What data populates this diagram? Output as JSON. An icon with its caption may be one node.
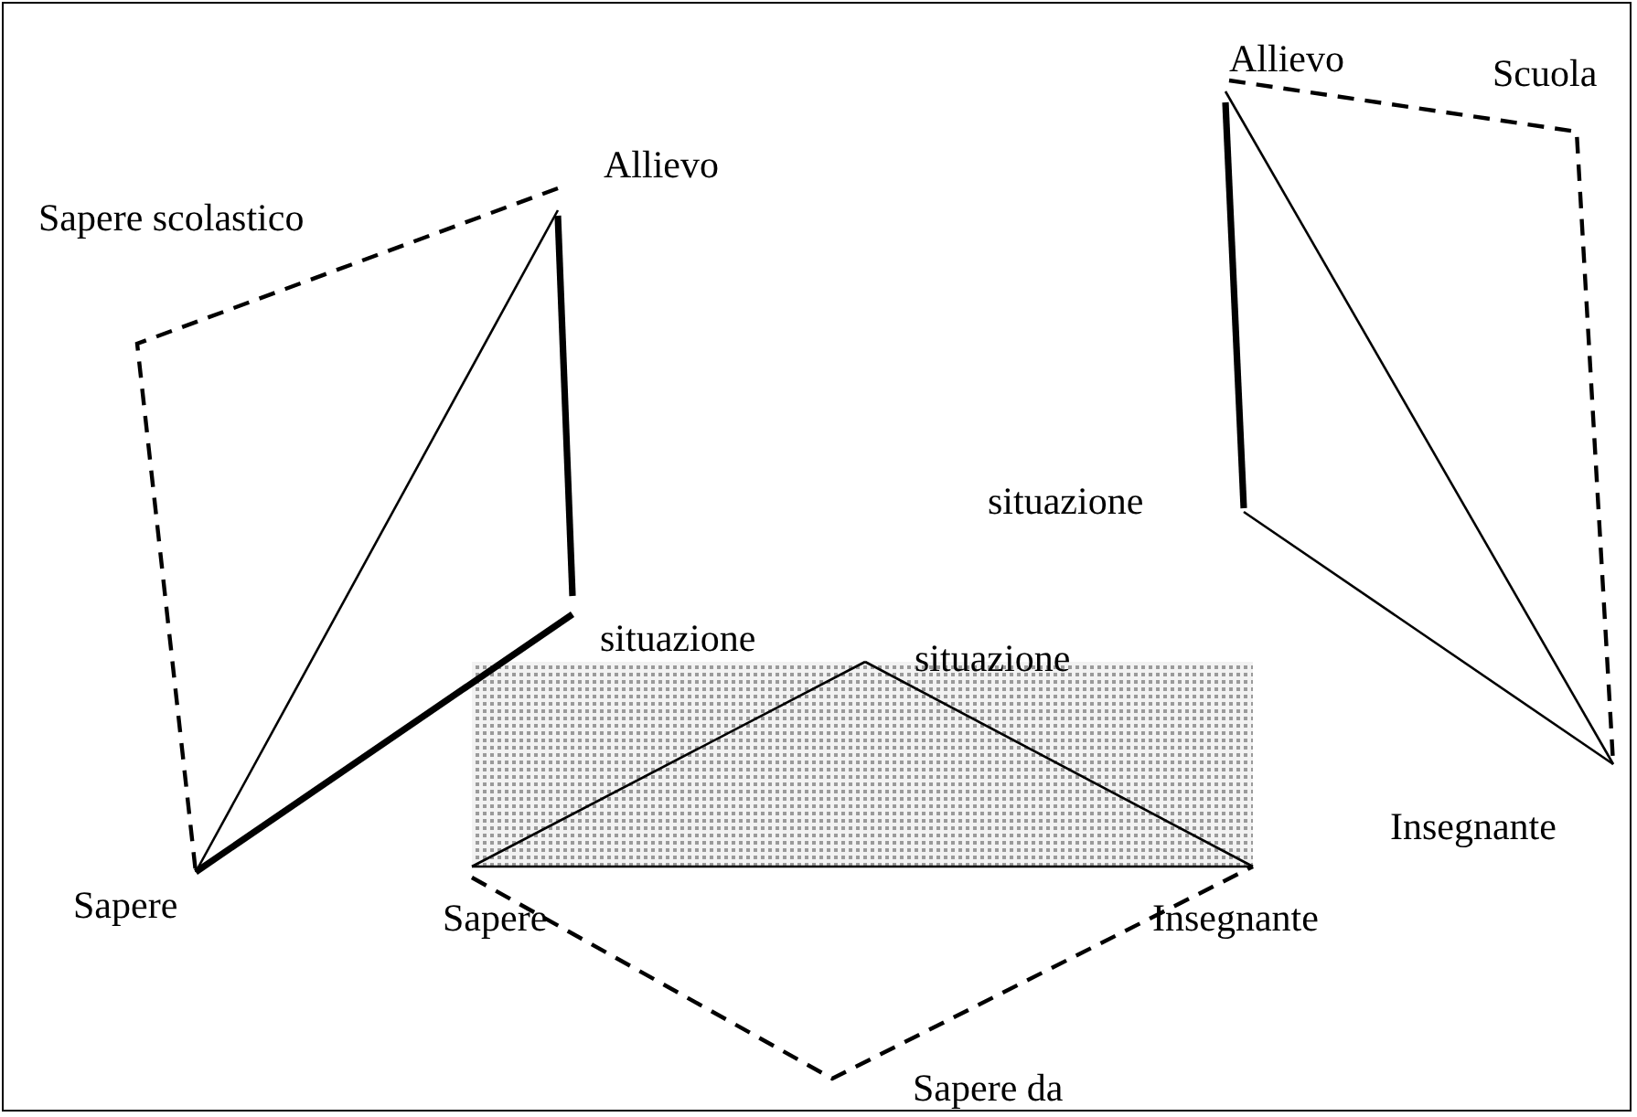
{
  "diagram": {
    "nodes": [
      {
        "text": [
          "Allievo"
        ]
      },
      {
        "text": [
          "situazione"
        ]
      },
      {
        "text": [
          "Sapere"
        ]
      },
      {
        "text": [
          "situazione"
        ]
      },
      {
        "text": [
          "Sapere"
        ]
      },
      {
        "text": [
          "Insegnante"
        ]
      },
      {
        "text": [
          "Allievo"
        ]
      },
      {
        "text": [
          "situazione"
        ]
      },
      {
        "text": [
          "Insegnante"
        ]
      }
    ],
    "edges": [
      {
        "from": 0,
        "to": 2,
        "arrow": "none"
      },
      {
        "from": 0,
        "to": 1,
        "arrow": "none",
        "style": "thick"
      },
      {
        "from": 1,
        "to": 2,
        "arrow": "none",
        "style": "thick"
      },
      {
        "from": 0,
        "to": 2,
        "arrow": "none",
        "style": "dashed",
        "label": "Sapere scolastico"
      },
      {
        "from": 3,
        "to": 4,
        "arrow": "none"
      },
      {
        "from": 3,
        "to": 5,
        "arrow": "none"
      },
      {
        "from": 4,
        "to": 5,
        "arrow": "none"
      },
      {
        "from": 4,
        "to": 5,
        "arrow": "none",
        "style": "dashed",
        "label": "Sapere da"
      },
      {
        "from": 6,
        "to": 7,
        "arrow": "none",
        "style": "thick"
      },
      {
        "from": 6,
        "to": 8,
        "arrow": "none"
      },
      {
        "from": 7,
        "to": 8,
        "arrow": "none"
      },
      {
        "from": 6,
        "to": 8,
        "arrow": "none",
        "style": "dashed",
        "label": "Scuola"
      }
    ]
  }
}
